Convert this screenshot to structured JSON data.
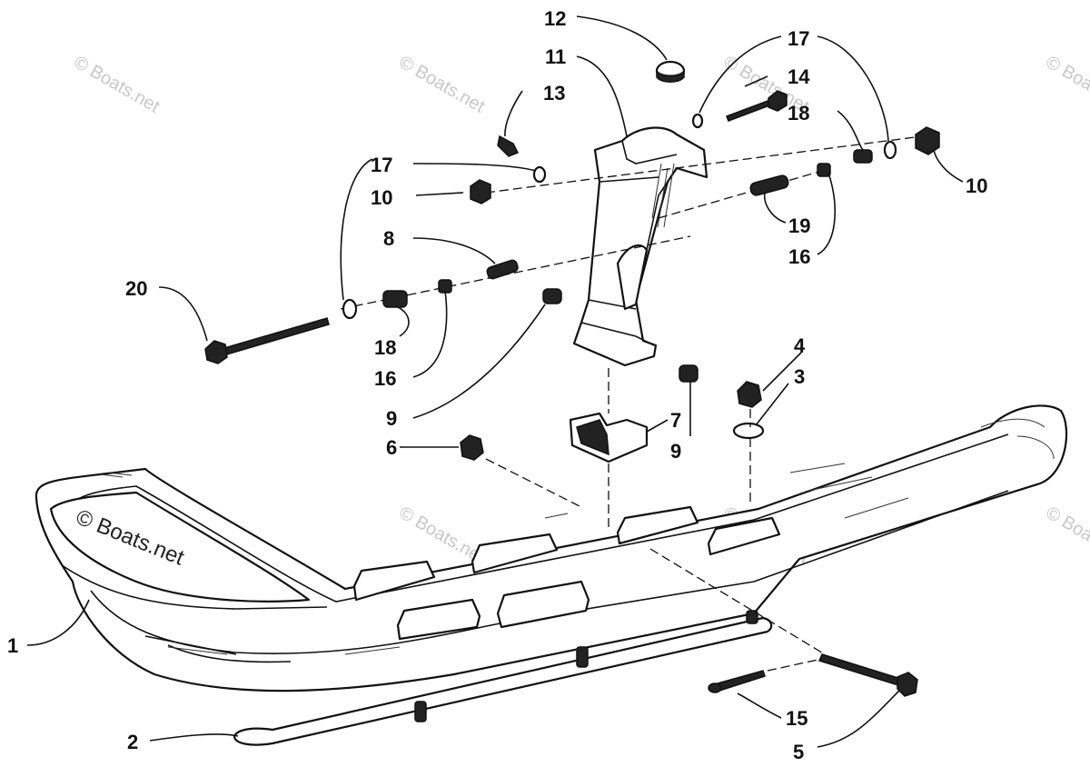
{
  "diagram": {
    "watermark": "© Boats.net",
    "callouts": {
      "c1": "1",
      "c2": "2",
      "c3": "3",
      "c4": "4",
      "c5": "5",
      "c6": "6",
      "c7": "7",
      "c8": "8",
      "c9a": "9",
      "c9b": "9",
      "c10a": "10",
      "c10b": "10",
      "c11": "11",
      "c12": "12",
      "c13": "13",
      "c14": "14",
      "c15": "15",
      "c16a": "16",
      "c16b": "16",
      "c17a": "17",
      "c17b": "17",
      "c18a": "18",
      "c18b": "18",
      "c19": "19",
      "c20": "20"
    }
  }
}
